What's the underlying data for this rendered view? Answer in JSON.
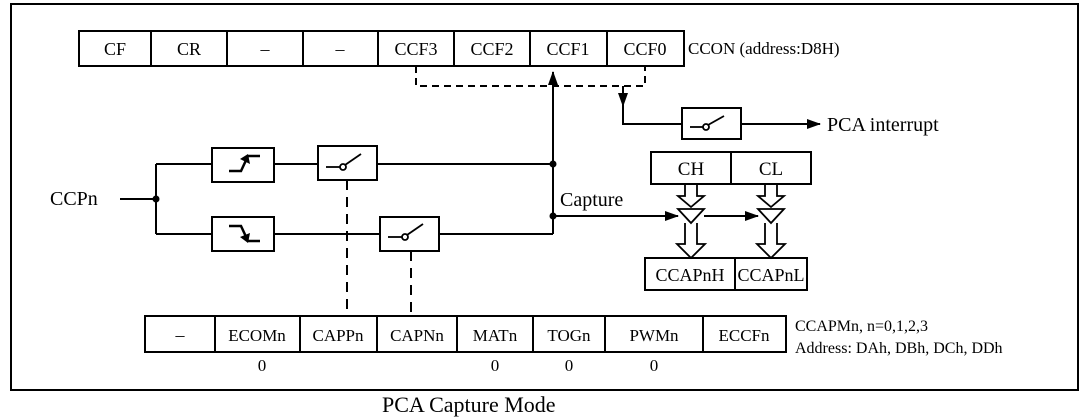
{
  "ccon": {
    "bits": [
      "CF",
      "CR",
      "–",
      "–",
      "CCF3",
      "CCF2",
      "CCF1",
      "CCF0"
    ],
    "label": "CCON (address:D8H)"
  },
  "ccapm": {
    "bits": [
      "–",
      "ECOMn",
      "CAPPn",
      "CAPNn",
      "MATn",
      "TOGn",
      "PWMn",
      "ECCFn"
    ],
    "values": [
      "",
      "0",
      "",
      "",
      "0",
      "0",
      "0",
      ""
    ],
    "label": "CCAPMn,  n=0,1,2,3",
    "address": "Address: DAh, DBh, DCh, DDh"
  },
  "pin_label": "CCPn",
  "capture_label": "Capture",
  "interrupt_label": "PCA  interrupt",
  "counter": {
    "high": "CH",
    "low": "CL"
  },
  "capture_regs": {
    "high": "CCAPnH",
    "low": "CCAPnL"
  },
  "caption": "PCA  Capture  Mode"
}
